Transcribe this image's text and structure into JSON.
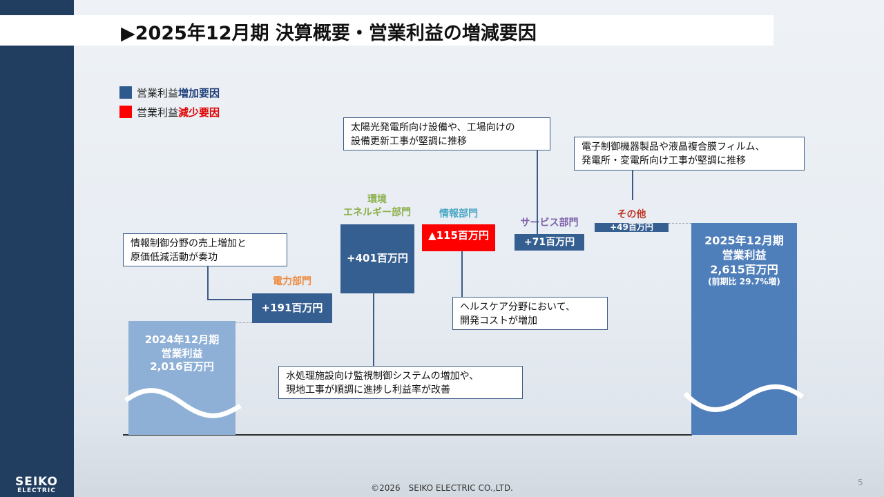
{
  "title": "▶2025年12月期 決算概要・営業利益の増減要因",
  "legend": [
    {
      "prefix": "営業利益",
      "emph": "増加要因",
      "color": "#2e5a8e"
    },
    {
      "prefix": "営業利益",
      "emph": "減少要因",
      "color": "#ff0000"
    }
  ],
  "start_bar": {
    "line1": "2024年12月期",
    "line2": "営業利益",
    "line3": "2,016百万円"
  },
  "end_bar": {
    "line1": "2025年12月期",
    "line2": "営業利益",
    "line3": "2,615百万円",
    "line4": "(前期比 29.7%増)"
  },
  "segments": [
    {
      "name": "電力部門",
      "value_label": "+191百万円",
      "color": "#f08a3c"
    },
    {
      "name1": "環境",
      "name2": "エネルギー部門",
      "value_label": "+401百万円",
      "color": "#8db04a"
    },
    {
      "name": "情報部門",
      "value_label": "▲115百万円",
      "color": "#4aa7c4"
    },
    {
      "name": "サービス部門",
      "value_label": "+71百万円",
      "color": "#7e62a8"
    },
    {
      "name": "その他",
      "value_label": "+49百万円",
      "color": "#c0392b"
    }
  ],
  "callouts": {
    "denryoku": [
      "情報制御分野の売上増加と",
      "原価低減活動が奏功"
    ],
    "service": [
      "太陽光発電所向け設備や、工場向けの",
      "設備更新工事が堅調に推移"
    ],
    "sonota": [
      "電子制御機器製品や液晶複合膜フィルム、",
      "発電所・変電所向け工事が堅調に推移"
    ],
    "joho": [
      "ヘルスケア分野において、",
      "開発コストが増加"
    ],
    "kankyo": [
      "水処理施設向け監視制御システムの増加や、",
      "現地工事が順調に進捗し利益率が改善"
    ]
  },
  "chart_data": {
    "type": "waterfall",
    "unit": "百万円",
    "categories": [
      "2024年12月期",
      "電力部門",
      "環境エネルギー部門",
      "情報部門",
      "サービス部門",
      "その他",
      "2025年12月期"
    ],
    "values": [
      2016,
      191,
      401,
      -115,
      71,
      49,
      2615
    ]
  },
  "logo": {
    "line1": "SEIKO",
    "line2": "ELECTRIC"
  },
  "footer": "©2026　SEIKO ELECTRIC CO.,LTD.",
  "page_number": "5"
}
